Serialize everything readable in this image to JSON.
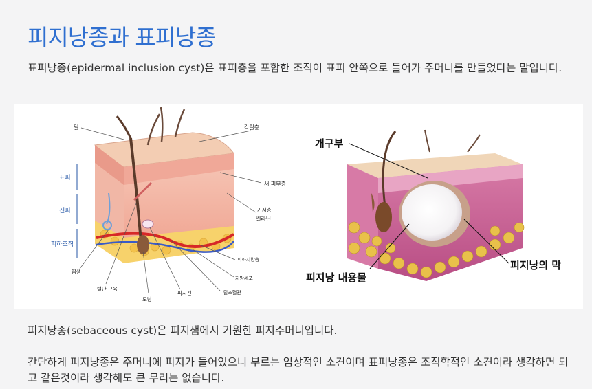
{
  "title": "피지낭종과 표피낭종",
  "intro": "표피낭종(epidermal inclusion cyst)은 표피층을 포함한 조직이 표피 안쪽으로 들어가 주머니를 만들었다는 말입니다.",
  "figure": {
    "left": {
      "labels": {
        "hair": "털",
        "stratum_corneum": "각질층",
        "new_skin_layer": "새 피부층",
        "basal_layer": "기저층",
        "melanin": "멜라닌",
        "epidermis": "표피",
        "dermis": "진피",
        "subcutis": "피하조직",
        "sweat_gland": "땀샘",
        "arrector_muscle": "털단 근육",
        "hair_follicle": "모낭",
        "sebaceous_gland": "피지선",
        "subcutaneous_fat": "피하지방층",
        "fat_cell": "지방세포",
        "capillary": "말초혈관"
      }
    },
    "right": {
      "labels": {
        "opening": "개구부",
        "contents": "피지낭 내용물",
        "membrane": "피지낭의 막"
      }
    }
  },
  "para1": "피지낭종(sebaceous cyst)은 피지샘에서 기원한 피지주머니입니다.",
  "para2": "간단하게 피지낭종은 주머니에 피지가 들어있으니 부르는 임상적인 소견이며 표피낭종은  조직학적인 소견이라 생각하면 되고 같은것이라 생각해도 큰 무리는 없습니다."
}
